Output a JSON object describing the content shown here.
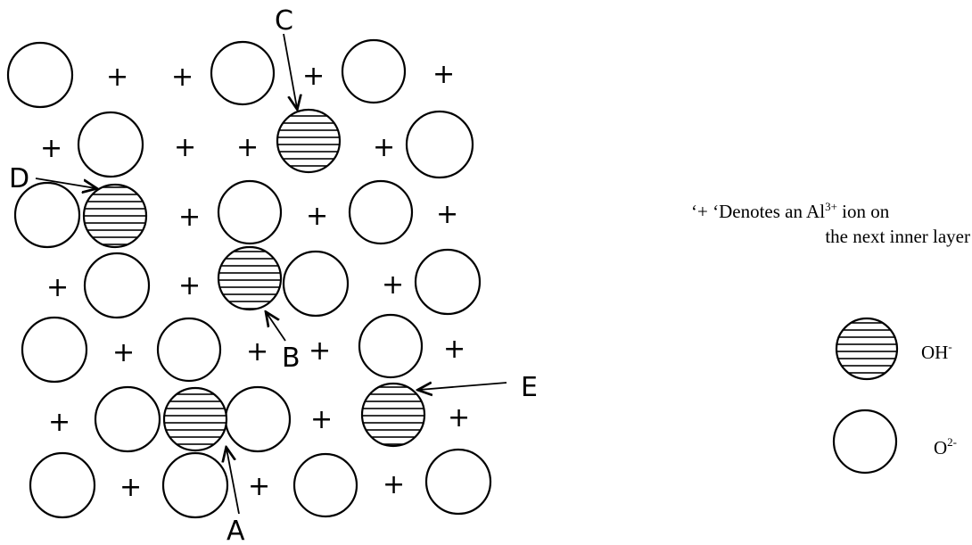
{
  "legend": {
    "plus_symbol": "+",
    "plus_line1_a": "‘+ ‘Denotes an Al",
    "plus_line1_sup": "3+",
    "plus_line1_b": " ion on",
    "plus_line2": "the next inner layer",
    "hydroxide_label": "OH",
    "hydroxide_sup": "-",
    "oxide_label": "O",
    "oxide_sup": "2-"
  },
  "labels": {
    "A": "A",
    "B": "B",
    "C": "C",
    "D": "D",
    "E": "E"
  },
  "colors": {
    "stroke": "#000000",
    "fill": "#ffffff"
  }
}
